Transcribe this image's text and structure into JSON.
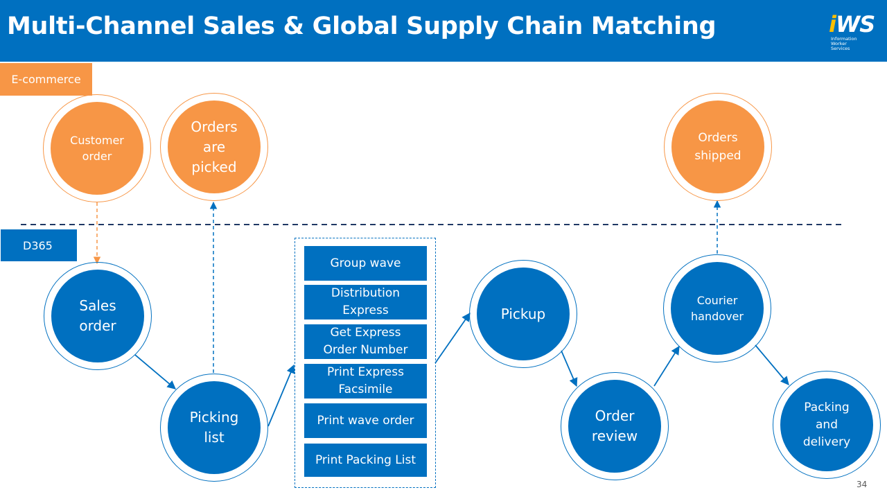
{
  "title": "Multi-Channel Sales & Global Supply Chain Matching",
  "logo": {
    "mark_i": "i",
    "mark_rest": "WS",
    "tagline": "Information\nWorker\nServices"
  },
  "lanes": {
    "ecommerce": "E-commerce",
    "d365": "D365"
  },
  "ecommerce_nodes": {
    "customer_order": "Customer\norder",
    "orders_picked": "Orders\nare\npicked",
    "orders_shipped": "Orders\nshipped"
  },
  "d365_nodes": {
    "sales_order": "Sales\norder",
    "picking_list": "Picking\nlist",
    "pickup": "Pickup",
    "order_review": "Order\nreview",
    "courier_handover": "Courier\nhandover",
    "packing_delivery": "Packing\nand\ndelivery"
  },
  "wave_steps": [
    "Group wave",
    "Distribution\nExpress",
    "Get Express\nOrder Number",
    "Print Express\nFacsimile",
    "Print wave order",
    "Print Packing List"
  ],
  "page_number": "34",
  "colors": {
    "blue": "#0070c0",
    "orange": "#f79646",
    "logo_yellow": "#ffc000",
    "divider": "#1f3864"
  }
}
